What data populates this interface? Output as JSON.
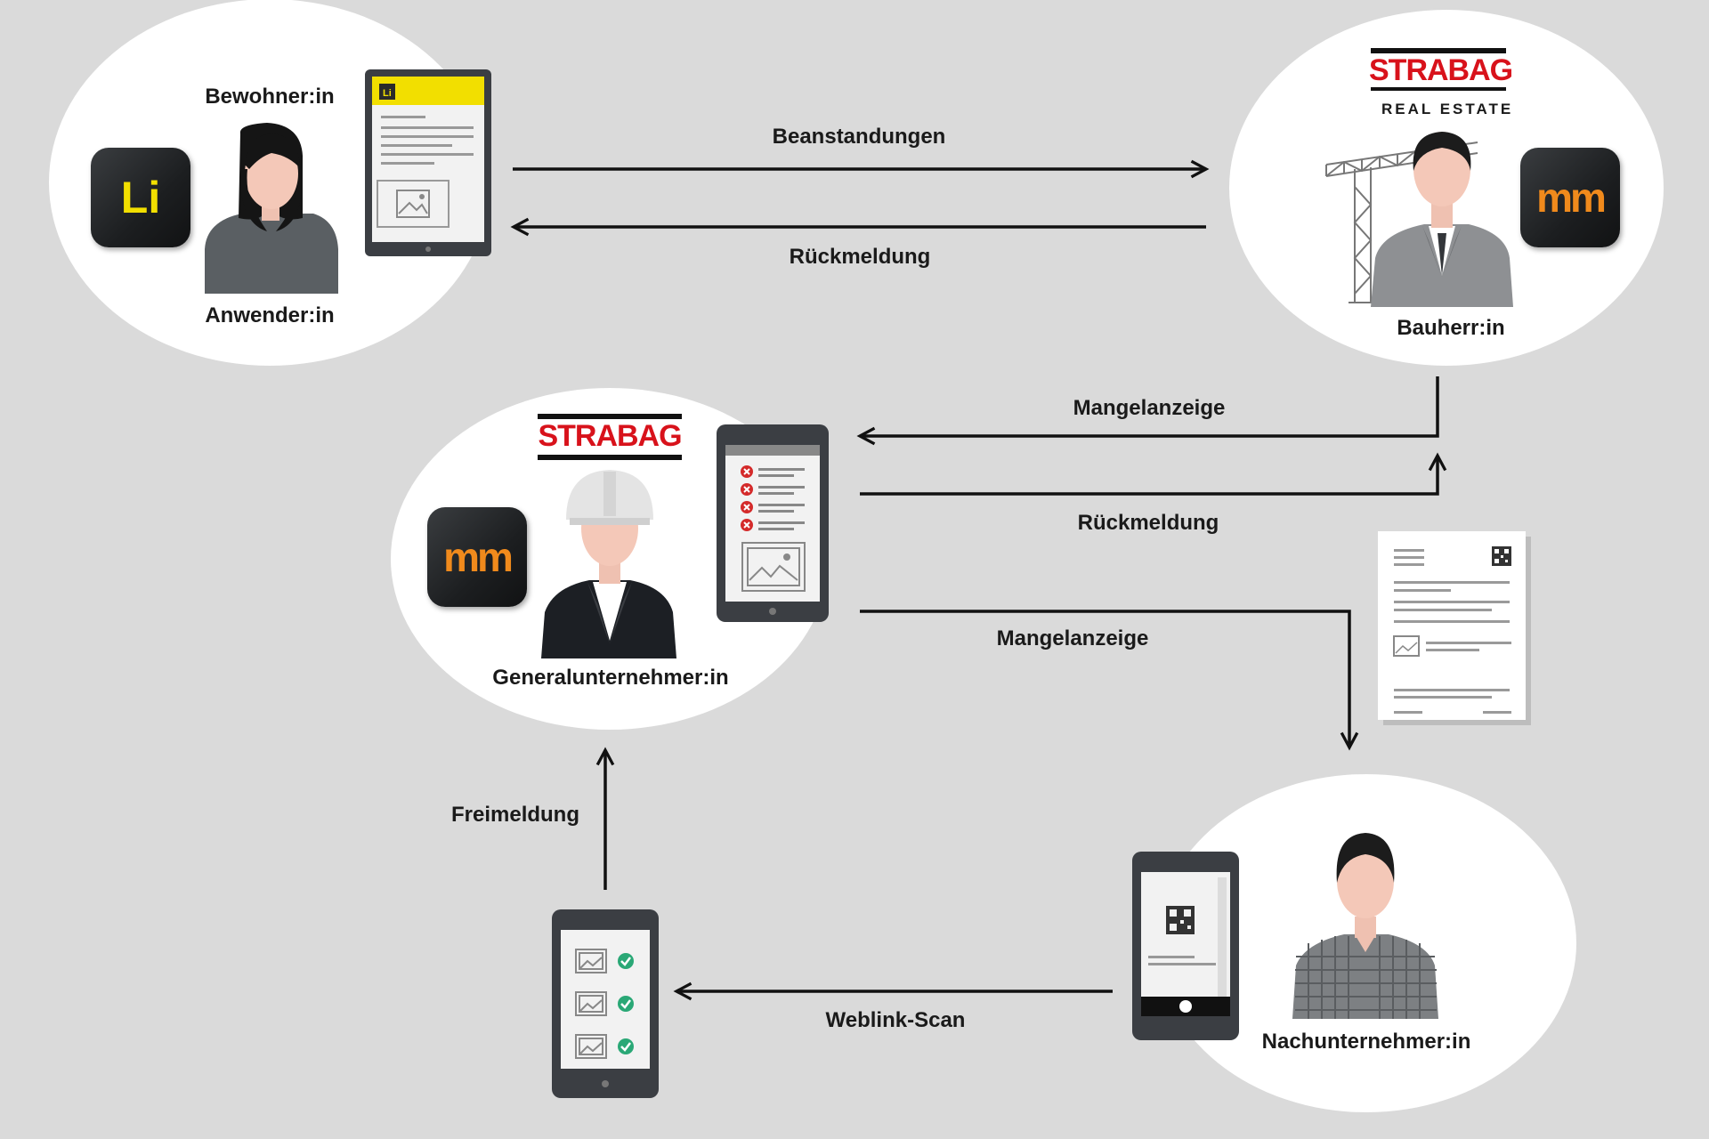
{
  "actors": {
    "resident": {
      "top_label": "Bewohner:in",
      "bottom_label": "Anwender:in"
    },
    "client": {
      "label": "Bauherr:in"
    },
    "general_contractor": {
      "label": "Generalunternehmer:in"
    },
    "subcontractor": {
      "label": "Nachunternehmer:in"
    }
  },
  "logos": {
    "strabag": "STRABAG",
    "real_estate": "REAL ESTATE"
  },
  "apps": {
    "li": {
      "text": "Li",
      "color": "#f2df00"
    },
    "mm": {
      "text": "mm",
      "color": "#f08a1c"
    }
  },
  "flows": {
    "complaints": "Beanstandungen",
    "feedback_top": "Rückmeldung",
    "defect_report_1": "Mangelanzeige",
    "feedback_mid": "Rückmeldung",
    "defect_report_2": "Mangelanzeige",
    "release": "Freimeldung",
    "weblink_scan": "Weblink-Scan"
  },
  "colors": {
    "background": "#dadada",
    "brand_red": "#d8121b",
    "device_dark": "#3a3d42",
    "check_green": "#2aa876",
    "cross_red": "#d42a2a"
  }
}
